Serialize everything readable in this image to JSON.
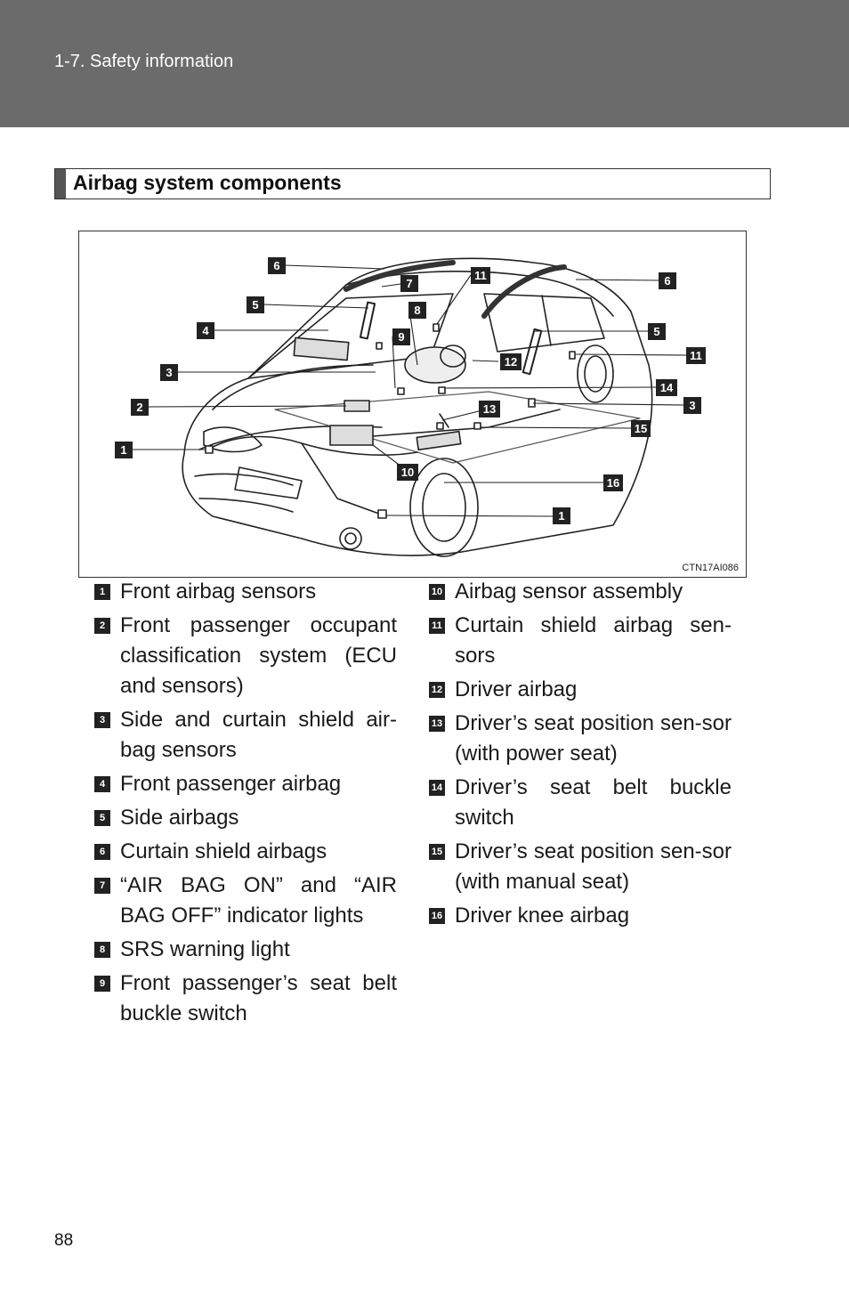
{
  "header": {
    "section": "1-7. Safety information"
  },
  "heading": "Airbag system components",
  "figure": {
    "code": "CTN17AI086"
  },
  "legend_left": [
    {
      "num": "1",
      "text": "Front airbag sensors"
    },
    {
      "num": "2",
      "text": "Front passenger occupant classification system (ECU and sensors)"
    },
    {
      "num": "3",
      "text": "Side and curtain shield air-bag sensors"
    },
    {
      "num": "4",
      "text": "Front passenger airbag"
    },
    {
      "num": "5",
      "text": "Side airbags"
    },
    {
      "num": "6",
      "text": "Curtain shield airbags"
    },
    {
      "num": "7",
      "text": "“AIR BAG ON” and “AIR BAG OFF” indicator lights"
    },
    {
      "num": "8",
      "text": "SRS warning light"
    },
    {
      "num": "9",
      "text": "Front passenger’s seat belt buckle switch"
    }
  ],
  "legend_right": [
    {
      "num": "10",
      "text": "Airbag sensor assembly"
    },
    {
      "num": "11",
      "text": "Curtain shield airbag sen-sors"
    },
    {
      "num": "12",
      "text": "Driver airbag"
    },
    {
      "num": "13",
      "text": "Driver’s seat position sen-sor (with power seat)"
    },
    {
      "num": "14",
      "text": "Driver’s seat belt buckle switch"
    },
    {
      "num": "15",
      "text": "Driver’s seat position sen-sor (with manual seat)"
    },
    {
      "num": "16",
      "text": "Driver knee airbag"
    }
  ],
  "page_number": "88"
}
